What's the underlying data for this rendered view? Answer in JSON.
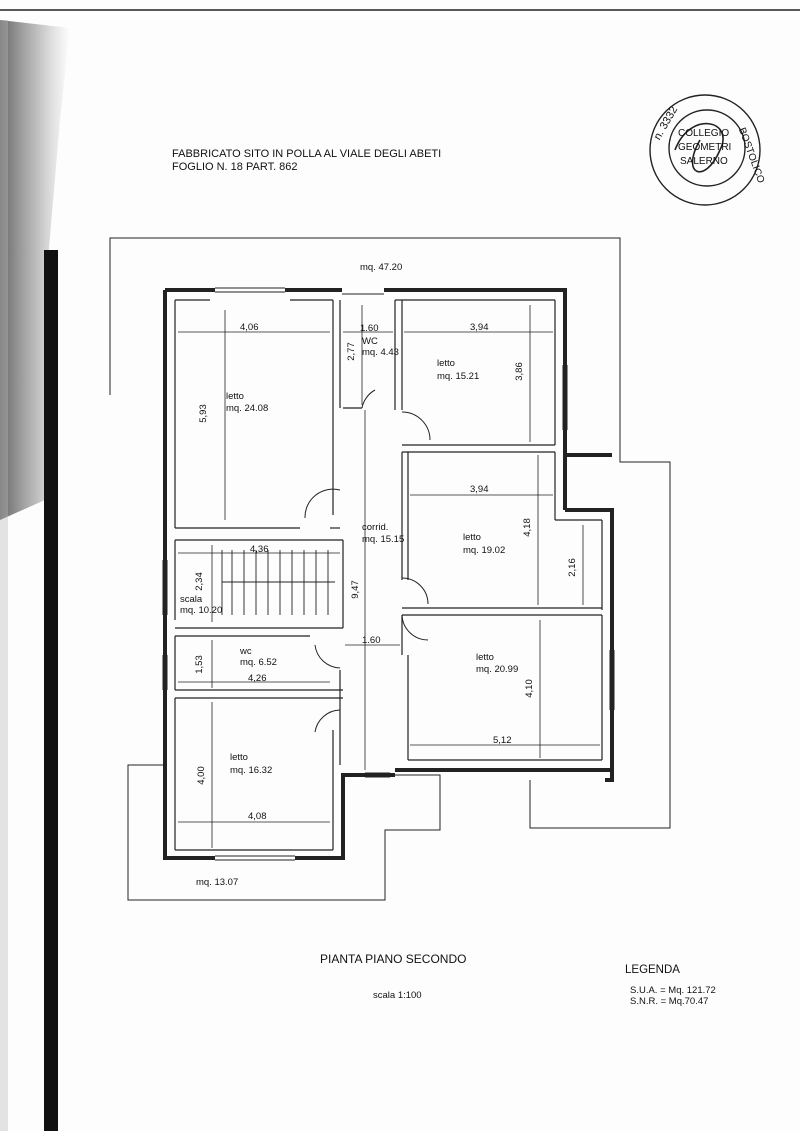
{
  "header": {
    "line1": "FABBRICATO SITO IN POLLA AL VIALE DEGLI ABETI",
    "line2": "FOGLIO N. 18 PART. 862"
  },
  "stamp": {
    "number": "n. 3332",
    "line1": "COLLEGIO",
    "line2": "GEOMETRI",
    "line3": "SALERNO",
    "ring_text": "BOSTOLICO"
  },
  "plan": {
    "terrace_top_area": "mq. 47.20",
    "terrace_bottom_area": "mq. 13.07",
    "rooms": {
      "letto_a": {
        "name": "letto",
        "area": "mq. 24.08",
        "width": "4,06",
        "height": "5,93"
      },
      "wc_a": {
        "name": "WC",
        "area": "mq. 4.43",
        "width": "1.60",
        "height": "2,77"
      },
      "letto_b": {
        "name": "letto",
        "area": "mq. 15.21",
        "width": "3,94",
        "height": "3,86"
      },
      "corridoio": {
        "name": "corrid.",
        "area": "mq. 15.15",
        "height": "9,47",
        "width": "1.60"
      },
      "letto_c": {
        "name": "letto",
        "area": "mq. 19.02",
        "width": "3,94",
        "height": "4,18",
        "height2": "2,16"
      },
      "scala": {
        "name": "scala",
        "area": "mq. 10.20",
        "width": "4,36",
        "height": "2,34"
      },
      "wc_b": {
        "name": "wc",
        "area": "mq. 6.52",
        "width": "4,26",
        "height": "1,53"
      },
      "letto_d": {
        "name": "letto",
        "area": "mq. 20.99",
        "width": "5,12",
        "height": "4,10"
      },
      "letto_e": {
        "name": "letto",
        "area": "mq. 16.32",
        "width": "4,08",
        "height": "4,00"
      }
    }
  },
  "footer": {
    "title": "PIANTA PIANO SECONDO",
    "scale": "scala 1:100",
    "legend_title": "LEGENDA",
    "legend_sua": "S.U.A. = Mq. 121.72",
    "legend_snr": "S.N.R. = Mq.70.47"
  }
}
